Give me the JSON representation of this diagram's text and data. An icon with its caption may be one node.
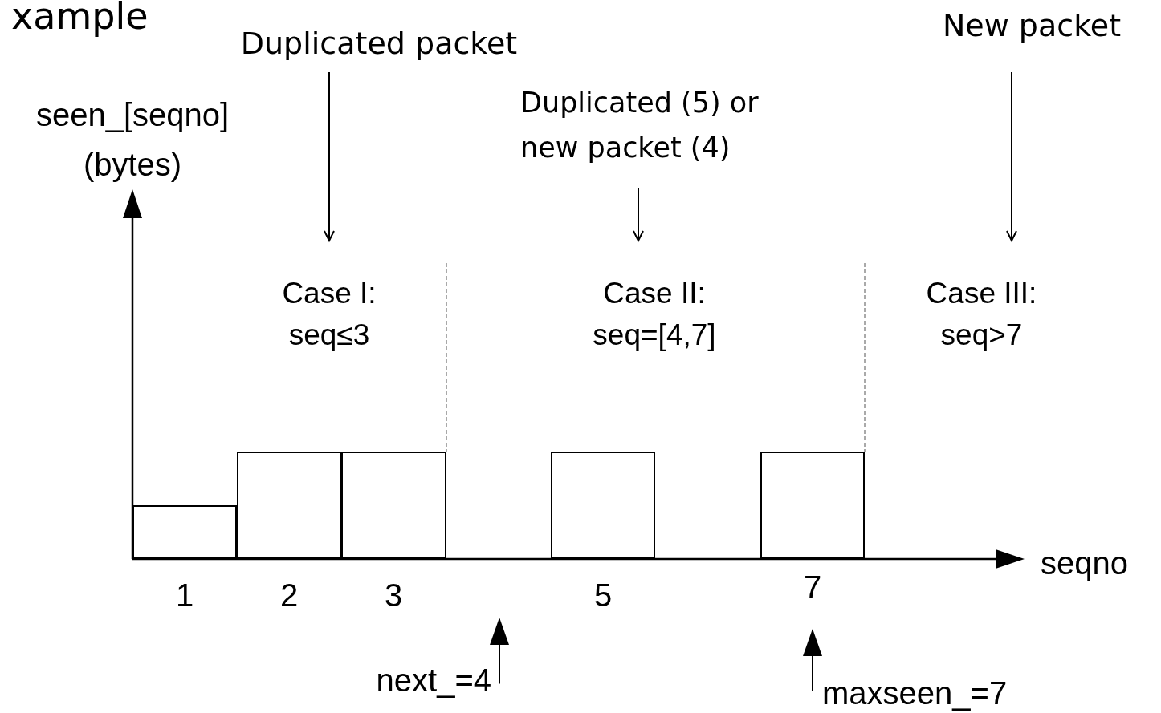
{
  "diagram": {
    "title": "xample",
    "nodes": [
      {
        "text": [
          "Duplicated packet"
        ]
      },
      {
        "text": [
          "Duplicated (5) or new packet (4)"
        ]
      },
      {
        "text": [
          "New packet"
        ]
      },
      {
        "text": [
          "Case I: seq≤3"
        ]
      },
      {
        "text": [
          "Case II: seq=[4,7]"
        ]
      },
      {
        "text": [
          "Case III: seq>7"
        ]
      },
      {
        "text": [
          "next_=4"
        ]
      },
      {
        "text": [
          "maxseen_=7"
        ]
      },
      {
        "text": [],
        "shape": "bar"
      },
      {
        "text": [],
        "shape": "bar"
      },
      {
        "text": [],
        "shape": "bar"
      },
      {
        "text": [],
        "shape": "bar"
      },
      {
        "text": [],
        "shape": "bar"
      }
    ],
    "edges": [
      {
        "from": 0,
        "to": 3,
        "arrow": "to"
      },
      {
        "from": 1,
        "to": 4,
        "arrow": "to"
      },
      {
        "from": 2,
        "to": 5,
        "arrow": "to"
      },
      {
        "from": 6,
        "to": null,
        "arrow": "to"
      },
      {
        "from": 7,
        "to": null,
        "arrow": "to"
      }
    ],
    "labels": [
      "seen_[seqno] (bytes)",
      "seqno",
      "1",
      "2",
      "3",
      "5",
      "7"
    ]
  }
}
